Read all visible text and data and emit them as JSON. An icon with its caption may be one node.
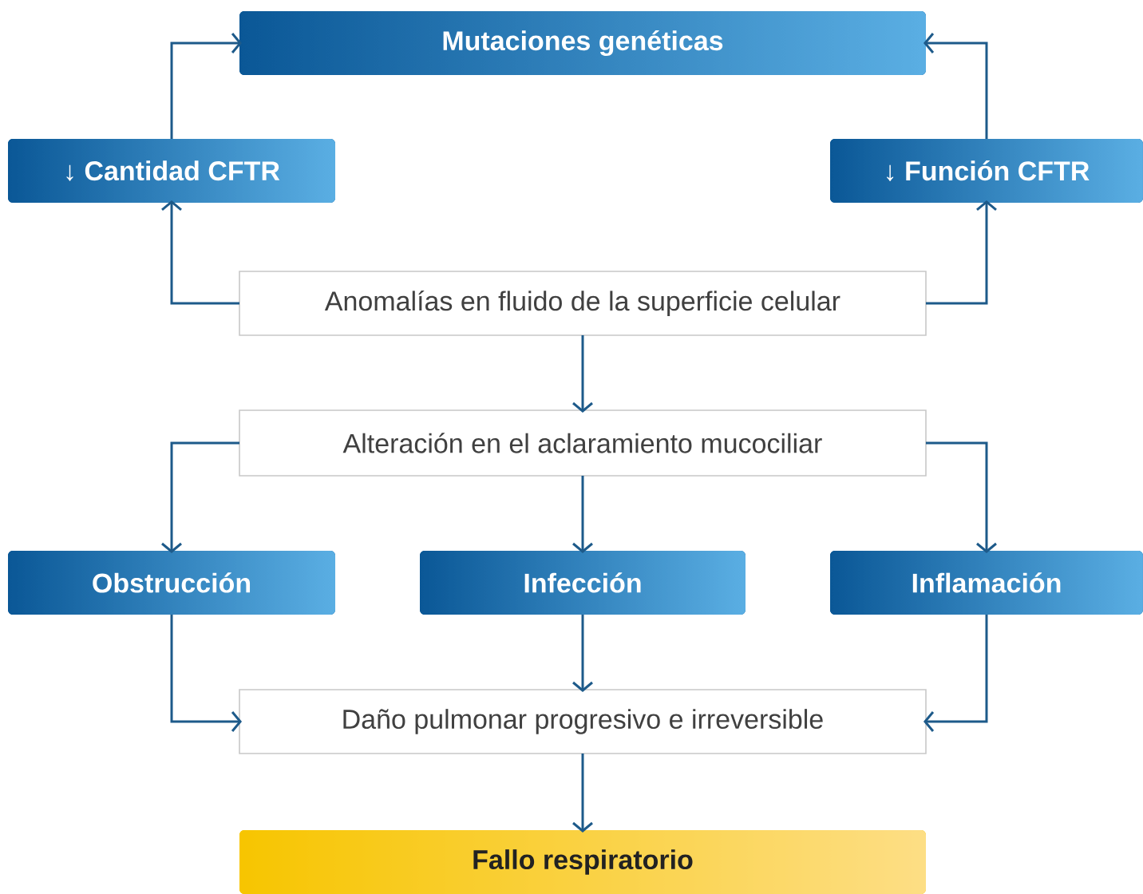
{
  "diagram": {
    "nodes": [
      {
        "text": [
          "Mutaciones genéticas"
        ]
      },
      {
        "text": [
          "↓ Cantidad CFTR"
        ]
      },
      {
        "text": [
          "↓ Función CFTR"
        ]
      },
      {
        "text": [
          "Anomalías en fluido de la superficie celular"
        ]
      },
      {
        "text": [
          "Alteración en el aclaramiento mucociliar"
        ]
      },
      {
        "text": [
          "Obstrucción"
        ]
      },
      {
        "text": [
          "Infección"
        ]
      },
      {
        "text": [
          "Inflamación"
        ]
      },
      {
        "text": [
          "Daño pulmonar progresivo e irreversible"
        ]
      },
      {
        "text": [
          "Fallo respiratorio"
        ]
      }
    ],
    "edges": [
      {
        "from": 3,
        "to": 1,
        "arrow": "to"
      },
      {
        "from": 1,
        "to": 0,
        "arrow": "to"
      },
      {
        "from": 3,
        "to": 2,
        "arrow": "to"
      },
      {
        "from": 2,
        "to": 0,
        "arrow": "to"
      },
      {
        "from": 3,
        "to": 4,
        "arrow": "to"
      },
      {
        "from": 4,
        "to": 5,
        "arrow": "to"
      },
      {
        "from": 4,
        "to": 6,
        "arrow": "to"
      },
      {
        "from": 4,
        "to": 7,
        "arrow": "to"
      },
      {
        "from": 5,
        "to": 8,
        "arrow": "to"
      },
      {
        "from": 6,
        "to": 8,
        "arrow": "to"
      },
      {
        "from": 7,
        "to": 8,
        "arrow": "to"
      },
      {
        "from": 8,
        "to": 9,
        "arrow": "to"
      }
    ]
  }
}
